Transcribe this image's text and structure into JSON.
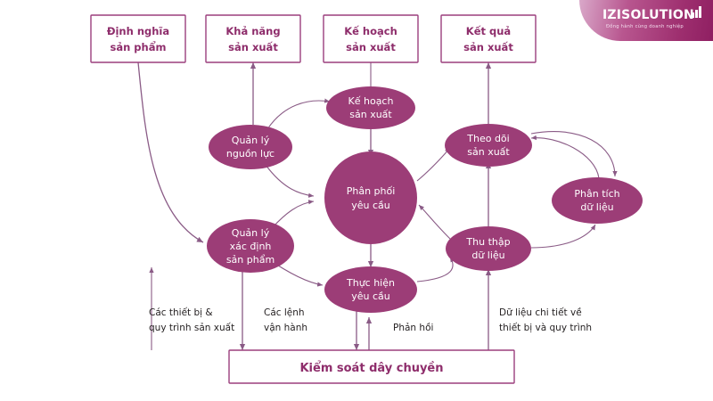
{
  "logo": {
    "name": "IZISOLUTION",
    "tagline": "Đồng hành cùng doanh nghiệp",
    "mark": "bar-chart-mark",
    "color_start": "#d9a8c9",
    "color_end": "#8f1f62"
  },
  "colors": {
    "box_border": "#9b3f7d",
    "box_text": "#8e2d6b",
    "ellipse_fill": "#9c3d77",
    "ellipse_text": "#ffffff",
    "connector": "#8a5b86",
    "annotation_text": "#231f20",
    "background": "#ffffff"
  },
  "top_boxes": [
    {
      "id": "dinh-nghia-san-pham",
      "line1": "Định nghĩa",
      "line2": "sản phẩm"
    },
    {
      "id": "kha-nang-san-xuat",
      "line1": "Khả năng",
      "line2": "sản xuất"
    },
    {
      "id": "ke-hoach-san-xuat",
      "line1": "Kế hoạch",
      "line2": "sản xuất"
    },
    {
      "id": "ket-qua-san-xuat",
      "line1": "Kết quả",
      "line2": "sản xuất"
    }
  ],
  "nodes": [
    {
      "id": "ke-hoach-san-xuat-node",
      "line1": "Kế hoạch",
      "line2": "sản xuất",
      "line3": ""
    },
    {
      "id": "quan-ly-nguon-luc",
      "line1": "Quản lý",
      "line2": "nguồn lực",
      "line3": ""
    },
    {
      "id": "theo-doi-san-xuat",
      "line1": "Theo dõi",
      "line2": "sản xuất",
      "line3": ""
    },
    {
      "id": "phan-phoi-yeu-cau",
      "line1": "Phân phối",
      "line2": "yêu cầu",
      "line3": ""
    },
    {
      "id": "phan-tich-du-lieu",
      "line1": "Phân tích",
      "line2": "dữ liệu",
      "line3": ""
    },
    {
      "id": "quan-ly-xac-dinh-san-pham",
      "line1": "Quản lý",
      "line2": "xác định",
      "line3": "sản phẩm"
    },
    {
      "id": "thu-thap-du-lieu",
      "line1": "Thu thập",
      "line2": "dữ liệu",
      "line3": ""
    },
    {
      "id": "thuc-hien-yeu-cau",
      "line1": "Thực hiện",
      "line2": "yêu cầu",
      "line3": ""
    }
  ],
  "annotations": [
    {
      "id": "thiet-bi-quy-trinh",
      "line1": "Các thiết bị &",
      "line2": "quy trình sản xuất"
    },
    {
      "id": "cac-lenh-van-hanh",
      "line1": "Các lệnh",
      "line2": "vận hành"
    },
    {
      "id": "phan-hoi",
      "line1": "Phản hồi",
      "line2": ""
    },
    {
      "id": "du-lieu-chi-tiet",
      "line1": "Dữ liệu chi tiết về",
      "line2": "thiết bị và quy trình"
    }
  ],
  "control_box": {
    "id": "kiem-soat-day-chuyen",
    "label": "Kiểm soát dây chuyền"
  }
}
